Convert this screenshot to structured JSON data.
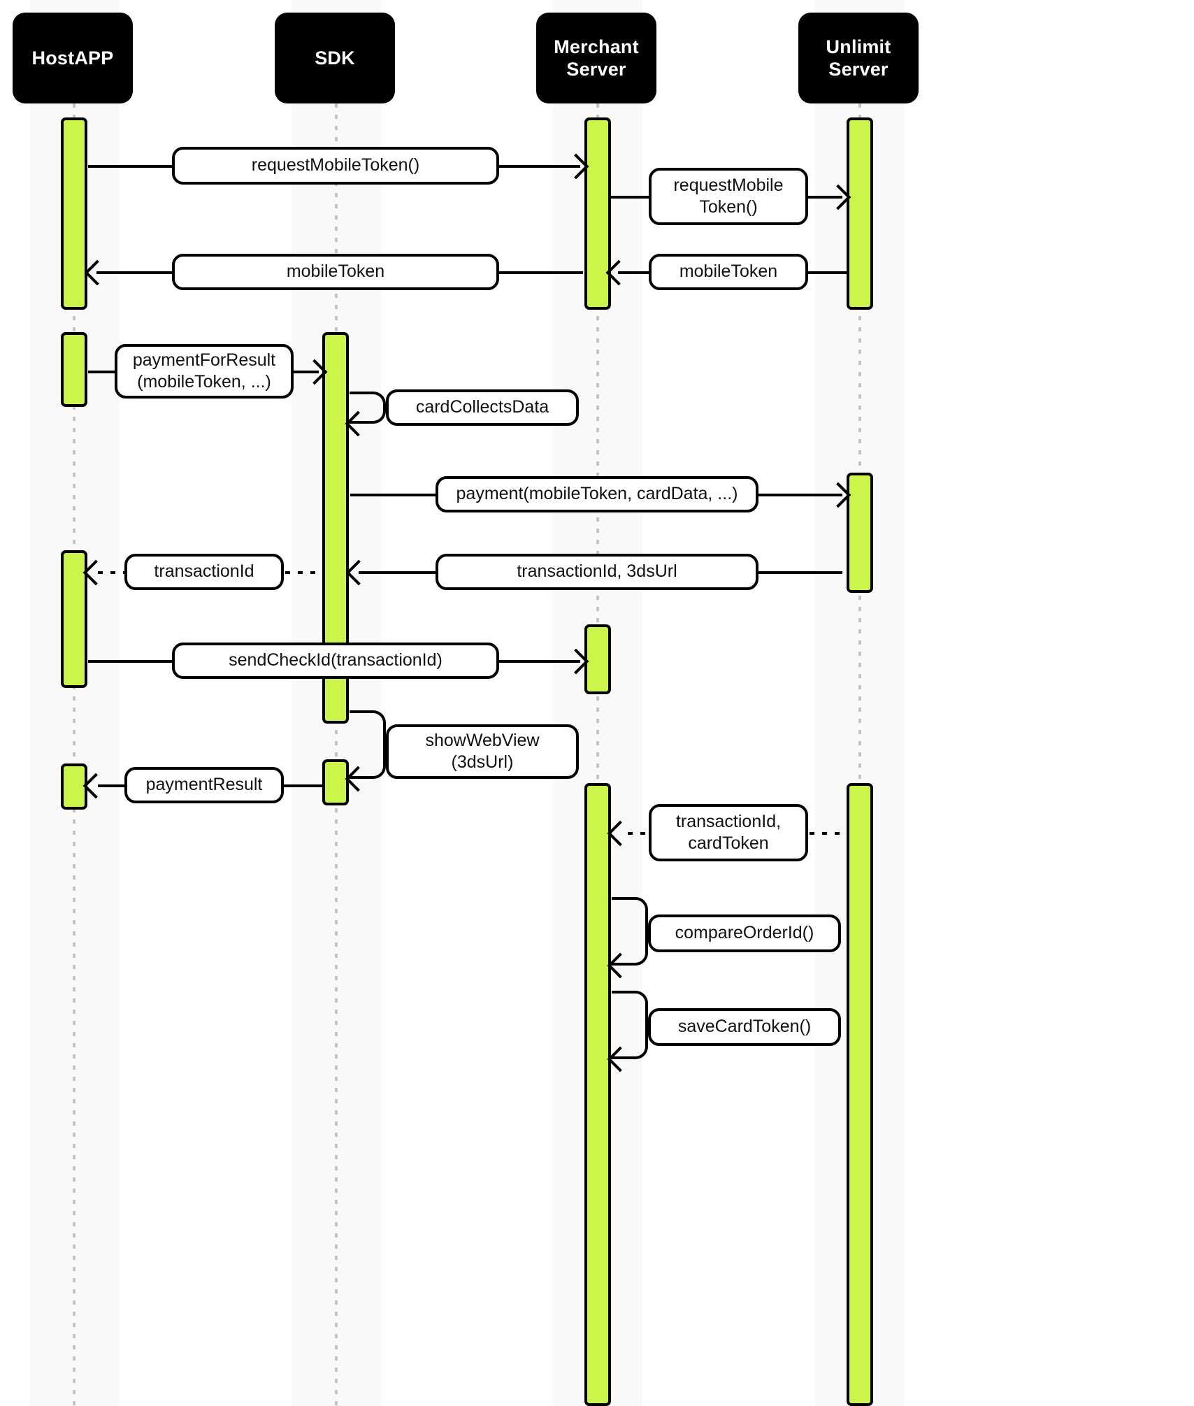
{
  "diagram": {
    "type": "sequence-diagram",
    "title": "Payment SDK sequence",
    "colors": {
      "participant_bg": "#000000",
      "participant_text": "#ffffff",
      "activation_fill": "#cbf54a",
      "activation_stroke": "#000000",
      "message_box_bg": "#ffffff",
      "message_box_stroke": "#000000",
      "lifeline": "#c4c4c4",
      "column_band": "#f9f9f9",
      "page_bg": "#ffffff"
    },
    "participants": [
      {
        "id": "hostapp",
        "label": "HostAPP"
      },
      {
        "id": "sdk",
        "label": "SDK"
      },
      {
        "id": "merchant",
        "label": "Merchant\nServer"
      },
      {
        "id": "unlimit",
        "label": "Unlimit\nServer"
      }
    ],
    "messages": [
      {
        "id": "m1",
        "label": "requestMobileToken()",
        "from": "hostapp",
        "to": "merchant",
        "style": "solid",
        "direction": "right"
      },
      {
        "id": "m2",
        "label": "requestMobile\nToken()",
        "from": "merchant",
        "to": "unlimit",
        "style": "solid",
        "direction": "right"
      },
      {
        "id": "m3",
        "label": "mobileToken",
        "from": "unlimit",
        "to": "merchant",
        "style": "solid",
        "direction": "left"
      },
      {
        "id": "m4",
        "label": "mobileToken",
        "from": "merchant",
        "to": "hostapp",
        "style": "solid",
        "direction": "left"
      },
      {
        "id": "m5",
        "label": "paymentForResult\n(mobileToken, ...)",
        "from": "hostapp",
        "to": "sdk",
        "style": "solid",
        "direction": "right"
      },
      {
        "id": "m6",
        "label": "cardCollectsData",
        "from": "sdk",
        "to": "sdk",
        "style": "self",
        "direction": "left"
      },
      {
        "id": "m7",
        "label": "payment(mobileToken, cardData, ...)",
        "from": "sdk",
        "to": "unlimit",
        "style": "solid",
        "direction": "right"
      },
      {
        "id": "m8",
        "label": "transactionId, 3dsUrl",
        "from": "unlimit",
        "to": "sdk",
        "style": "solid",
        "direction": "left"
      },
      {
        "id": "m9",
        "label": "transactionId",
        "from": "sdk",
        "to": "hostapp",
        "style": "dotted",
        "direction": "left"
      },
      {
        "id": "m10",
        "label": "sendCheckId(transactionId)",
        "from": "hostapp",
        "to": "merchant",
        "style": "solid",
        "direction": "right"
      },
      {
        "id": "m11",
        "label": "showWebView\n(3dsUrl)",
        "from": "sdk",
        "to": "sdk",
        "style": "self",
        "direction": "left"
      },
      {
        "id": "m12",
        "label": "paymentResult",
        "from": "sdk",
        "to": "hostapp",
        "style": "solid",
        "direction": "left"
      },
      {
        "id": "m13",
        "label": "transactionId,\ncardToken",
        "from": "unlimit",
        "to": "merchant",
        "style": "dotted",
        "direction": "left"
      },
      {
        "id": "m14",
        "label": "compareOrderId()",
        "from": "merchant",
        "to": "merchant",
        "style": "self",
        "direction": "left"
      },
      {
        "id": "m15",
        "label": "saveCardToken()",
        "from": "merchant",
        "to": "merchant",
        "style": "self",
        "direction": "left"
      }
    ]
  }
}
